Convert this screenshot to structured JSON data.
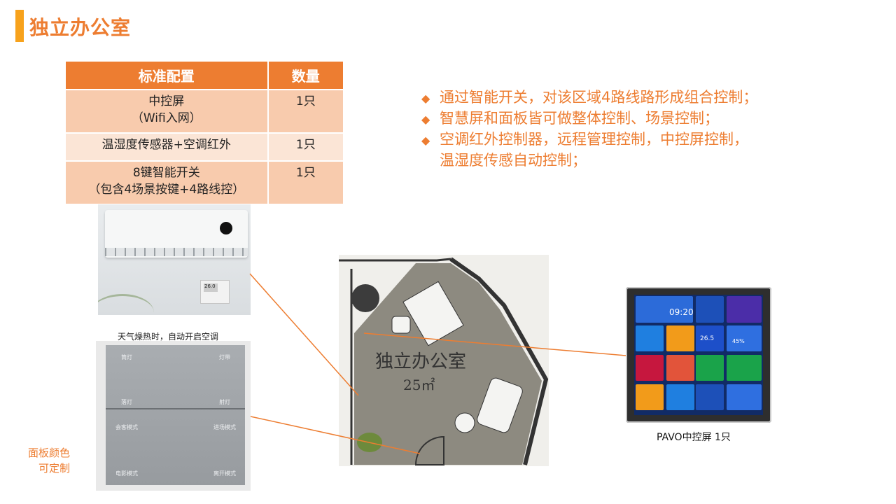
{
  "page": {
    "title": "独立办公室"
  },
  "table": {
    "headers": [
      "标准配置",
      "数量"
    ],
    "rows": [
      {
        "item_line1": "中控屏",
        "item_line2": "（Wifi入网）",
        "qty": "1只"
      },
      {
        "item_line1": "温湿度传感器+空调红外",
        "item_line2": "",
        "qty": "1只"
      },
      {
        "item_line1": "8键智能开关",
        "item_line2": "（包含4场景按键+4路线控）",
        "qty": "1只"
      }
    ]
  },
  "bullets": {
    "marker": "◆",
    "items": [
      "通过智能开关，对该区域4路线路形成组合控制；",
      "智慧屏和面板皆可做整体控制、场景控制；",
      "空调红外控制器，远程管理控制，中控屏控制，"
    ],
    "continuation": "温湿度传感自动控制；"
  },
  "ac_photo": {
    "caption": "天气燥热时，自动开启空调",
    "thermometer_reading": "26.0"
  },
  "switch_panel": {
    "buttons": [
      "筒灯",
      "灯带",
      "落灯",
      "射灯",
      "会客模式",
      "进场模式",
      "电影模式",
      "离开模式"
    ],
    "side_label_line1": "面板颜色",
    "side_label_line2": "可定制"
  },
  "floor_plan": {
    "room_label": "独立办公室",
    "area_label": "25㎡"
  },
  "control_screen": {
    "time": "09:20",
    "temperature": "26.5",
    "humidity": "45%",
    "caption": "PAVO中控屏 1只"
  },
  "colors": {
    "accent": "#ed7d31",
    "title_bar": "#f7a21c",
    "table_header": "#ed7d31",
    "row_dark": "#f8cbad",
    "row_light": "#fbe5d6"
  }
}
